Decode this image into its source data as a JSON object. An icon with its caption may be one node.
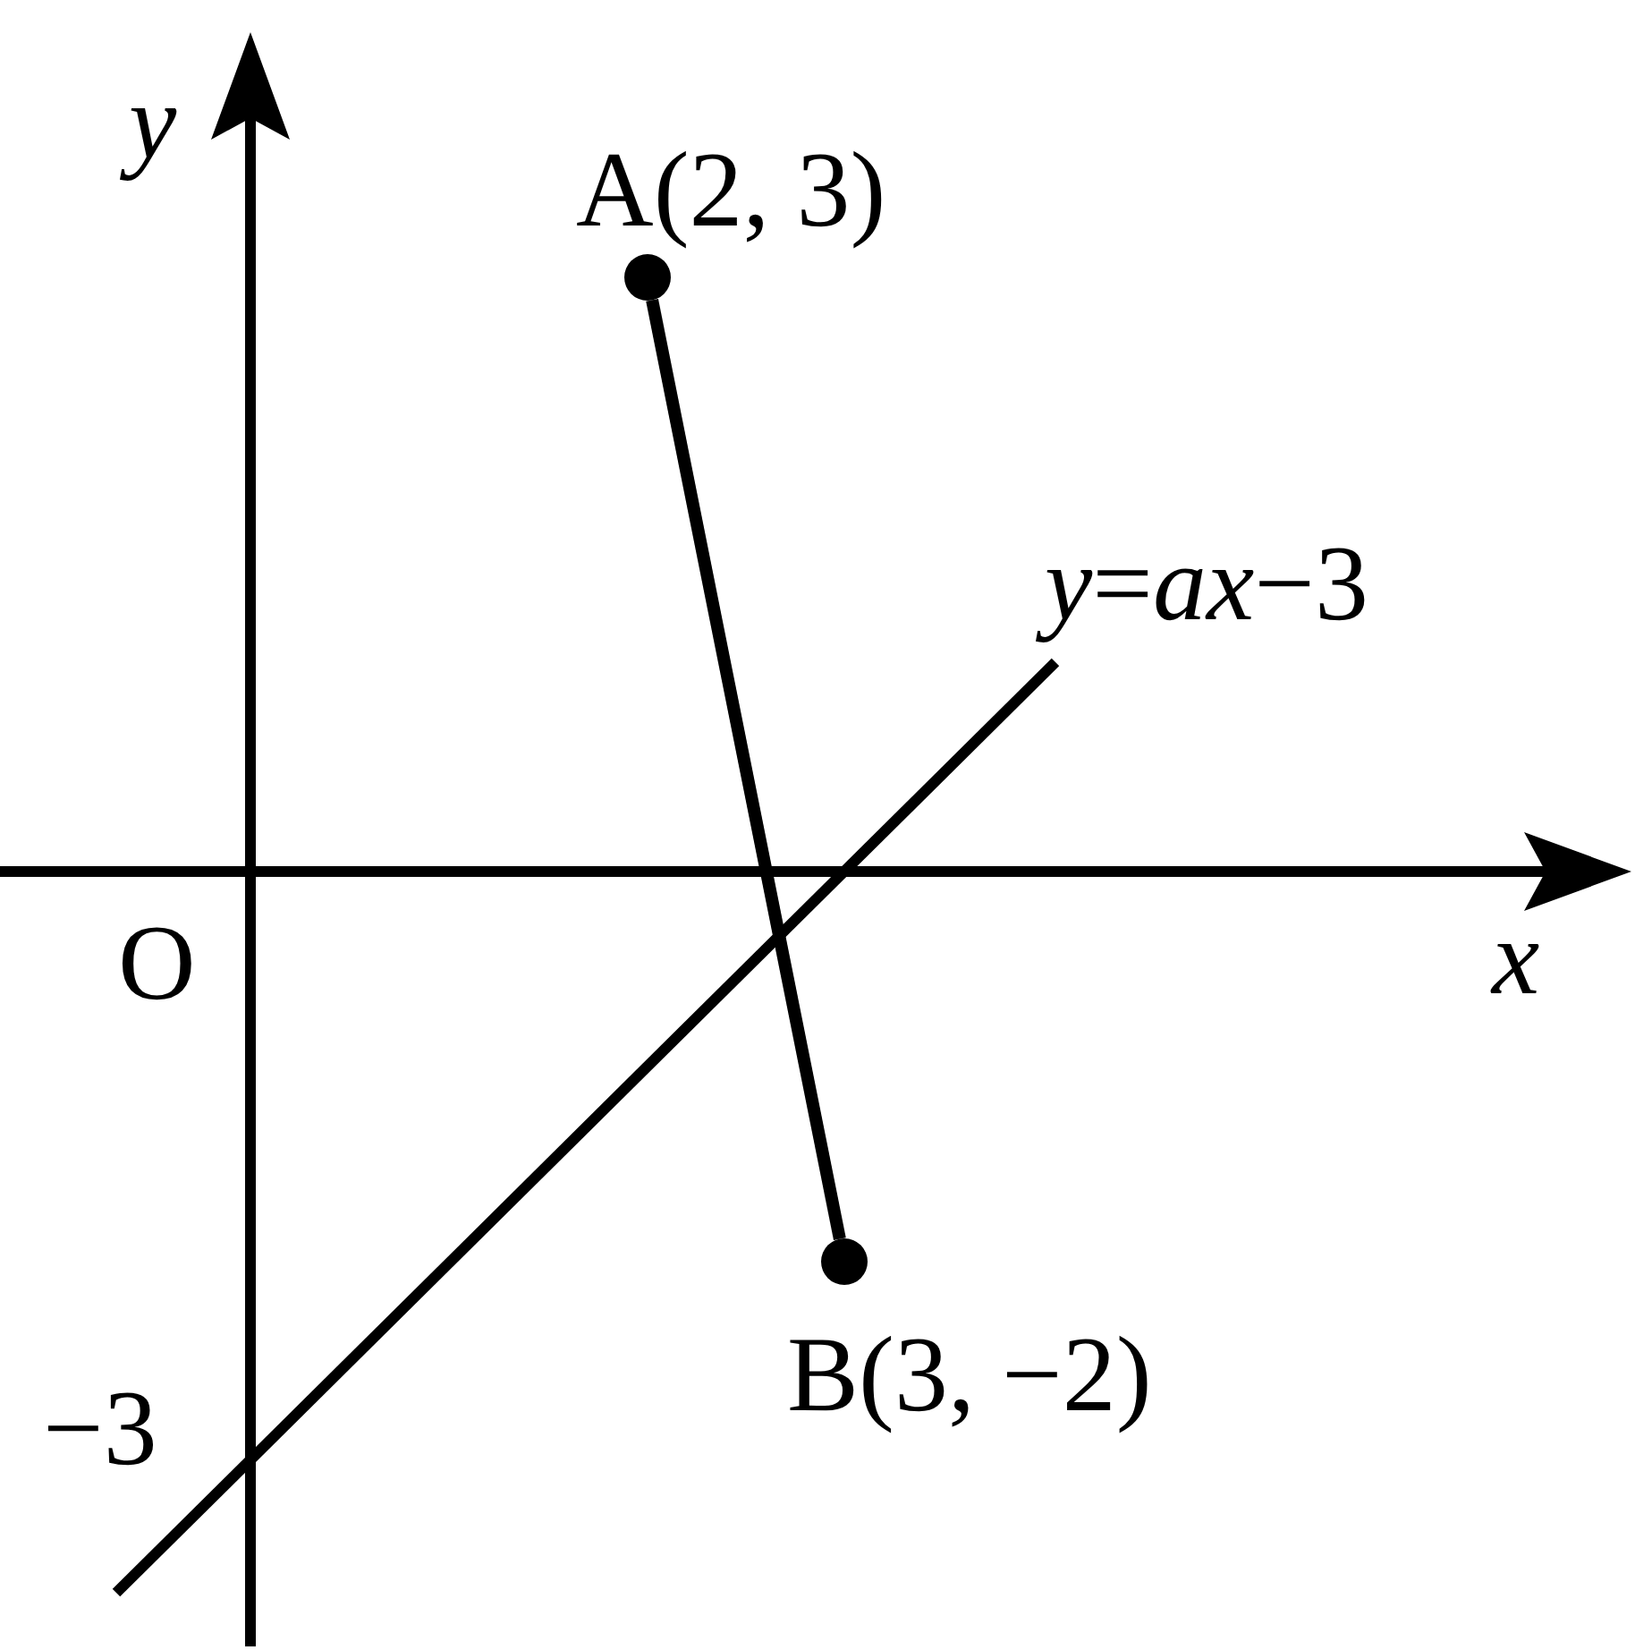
{
  "diagram": {
    "nodes": [
      {
        "text": [],
        "shape": "circle",
        "beside": [
          "A(2, 3)"
        ]
      },
      {
        "text": [],
        "shape": "circle",
        "beside": [
          "B(3, −2)"
        ]
      }
    ],
    "edges": [
      {
        "from": 0,
        "to": 1,
        "arrow": "none"
      }
    ],
    "labels": [
      "*y*",
      "*y*=*ax*−3",
      "O",
      "*x*",
      "−3"
    ]
  }
}
